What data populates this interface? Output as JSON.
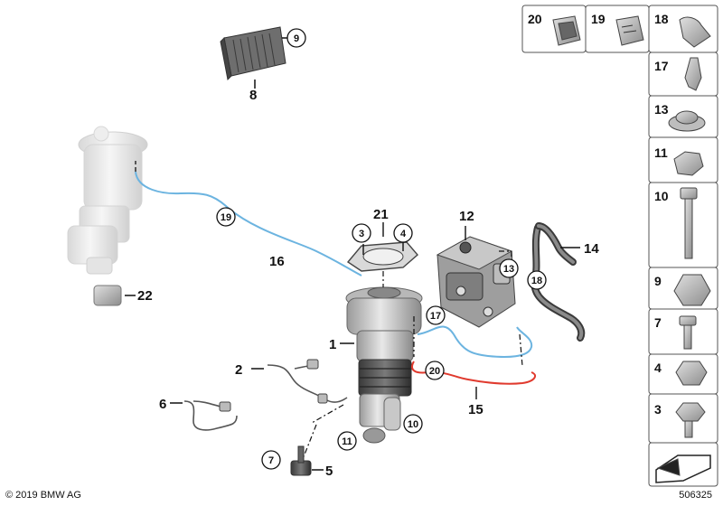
{
  "callouts": {
    "c1": "1",
    "c2": "2",
    "c3": "3",
    "c4": "4",
    "c5": "5",
    "c6": "6",
    "c7": "7",
    "c8": "8",
    "c9": "9",
    "c10": "10",
    "c11": "11",
    "c12": "12",
    "c13": "13",
    "c14": "14",
    "c15": "15",
    "c16": "16",
    "c17": "17",
    "c18": "18",
    "c19": "19",
    "c20": "20",
    "c21": "21",
    "c22": "22"
  },
  "parts_panel": {
    "p20": "20",
    "p19": "19",
    "p18": "18",
    "p17": "17",
    "p13": "13",
    "p11": "11",
    "p10": "10",
    "p9": "9",
    "p7": "7",
    "p4": "4",
    "p3": "3"
  },
  "lines": {
    "blue": "#6cb4e0",
    "red": "#e03a2e"
  },
  "footer": {
    "copyright": "© 2019 BMW AG",
    "ref_number": "506325"
  }
}
